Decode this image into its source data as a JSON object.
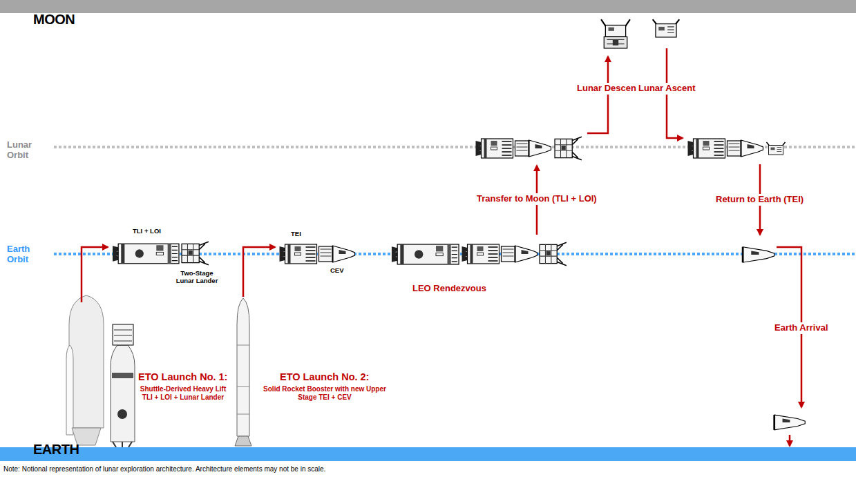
{
  "diagram": {
    "caption": "Note: Notional representation of lunar exploration architecture. Architecture elements may not be in scale.",
    "nodes": [
      {
        "text": [
          "MOON"
        ]
      },
      {
        "text": [
          "EARTH"
        ]
      }
    ],
    "labels": [
      "Lunar Orbit",
      "Earth Orbit",
      "TLI + LOI",
      "Two-Stage Lunar Lander",
      "TEI",
      "CEV",
      "LEO Rendezvous",
      "Transfer to Moon (TLI + LOI)",
      "Lunar Descent",
      "Lunar Ascent",
      "Return to Earth (TEI)",
      "Earth Arrival",
      "ETO Launch No. 1:",
      "Shuttle-Derived Heavy Lift TLI + LOI + Lunar Lander",
      "ETO Launch No. 2:",
      "Solid Rocket Booster with new Upper Stage TEI + CEV"
    ]
  }
}
